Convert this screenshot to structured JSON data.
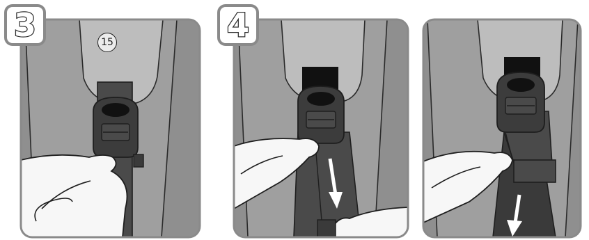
{
  "steps": [
    {
      "number": "3",
      "callout": "15"
    },
    {
      "number": "4"
    },
    {}
  ],
  "colors": {
    "background": "#8f8f8f",
    "seat_shell": "#bdbdbd",
    "strap": "#4a4a4a",
    "buckle": "#3c3c3c",
    "hand": "#f7f7f7",
    "outline": "#1e1e1e",
    "badge_border": "#8a8a8a"
  },
  "icons": [
    "down-arrow-icon",
    "hand-icon",
    "buckle-icon"
  ]
}
